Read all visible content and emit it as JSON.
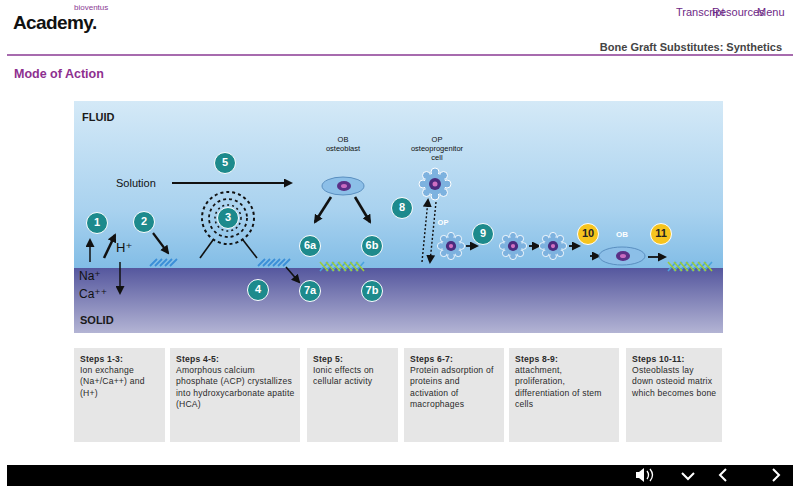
{
  "diagram": {
    "title": "Mode of Action",
    "nodes": [
      {
        "text": [
          "1"
        ]
      },
      {
        "text": [
          "2"
        ]
      },
      {
        "text": [
          "3"
        ]
      },
      {
        "text": [
          "4"
        ]
      },
      {
        "text": [
          "5"
        ]
      },
      {
        "text": [
          "6a"
        ]
      },
      {
        "text": [
          "6b"
        ]
      },
      {
        "text": [
          "7a"
        ]
      },
      {
        "text": [
          "7b"
        ]
      },
      {
        "text": [
          "8"
        ]
      },
      {
        "text": [
          "9"
        ]
      },
      {
        "text": [
          "10"
        ]
      },
      {
        "text": [
          "11"
        ]
      },
      {
        "text": [
          "Steps 1-3:",
          "Ion exchange (Na+/Ca++) and (H+)"
        ]
      },
      {
        "text": [
          "Steps 4-5:",
          "Amorphous calcium phosphate (ACP) crystallizes into hydroxycarbonate apatite (HCA)"
        ]
      },
      {
        "text": [
          "Step 5:",
          "Ionic effects on cellular activity"
        ]
      },
      {
        "text": [
          "Steps 6-7:",
          "Protein adsorption of proteins and activation of macrophages"
        ]
      },
      {
        "text": [
          "Steps 8-9:",
          "attachment, proliferation, differentiation of stem cells"
        ]
      },
      {
        "text": [
          "Steps 10-11:",
          "Osteoblasts lay down osteoid matrix which becomes bone"
        ]
      }
    ],
    "labels": [
      "Transcript",
      "Resources",
      "Menu",
      "bioventus",
      "Academy.",
      "Bone Graft Substitutes: Synthetics",
      "FLUID",
      "Solution",
      "H⁺",
      "Na⁺",
      "Ca⁺⁺",
      "SOLID",
      "OB",
      "osteoblast",
      "OP",
      "osteoprogenitor cell",
      "OP",
      "OB"
    ]
  }
}
